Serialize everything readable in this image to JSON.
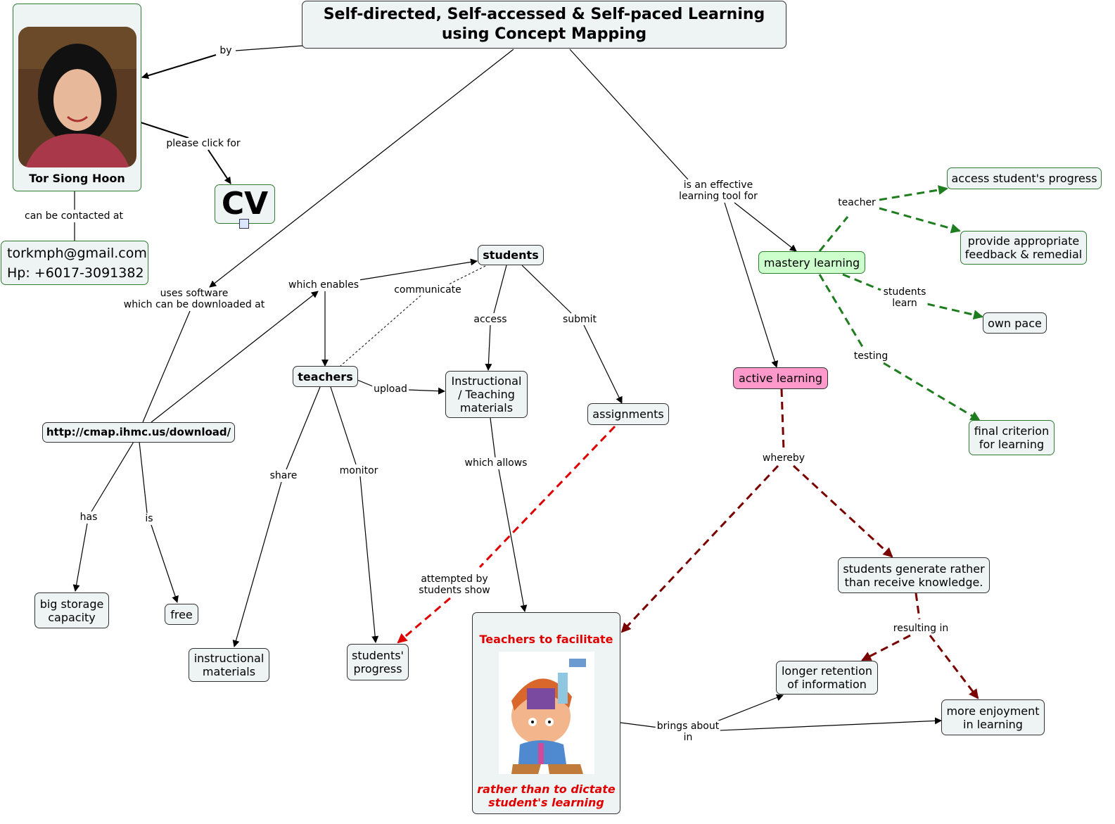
{
  "title": "Self-directed, Self-accessed & Self-paced Learning\nusing Concept Mapping",
  "author": {
    "name": "Tor Siong Hoon",
    "contact": "torkmph@gmail.com\nHp: +6017-3091382"
  },
  "cv_label": "CV",
  "nodes": {
    "software_url": "http://cmap.ihmc.us/download/",
    "big_storage": "big storage\ncapacity",
    "free": "free",
    "students": "students",
    "teachers": "teachers",
    "instructional_teaching": "Instructional\n/ Teaching\nmaterials",
    "assignments": "assignments",
    "instructional_materials": "instructional\nmaterials",
    "students_progress": "students'\nprogress",
    "facilitate_top": "Teachers to facilitate",
    "facilitate_bottom": "rather than to dictate\nstudent's learning",
    "mastery": "mastery learning",
    "active": "active learning",
    "access_progress": "access student's progress",
    "feedback": "provide appropriate\nfeedback & remedial",
    "own_pace": "own pace",
    "final_criterion": "final criterion\nfor learning",
    "generate": "students generate rather\nthan receive knowledge.",
    "retention": "longer retention\nof information",
    "enjoyment": "more enjoyment\nin learning"
  },
  "links": {
    "by": "by",
    "please_click": "please click for",
    "contacted": "can be contacted at",
    "uses_software": "uses software\nwhich can be downloaded at",
    "which_enables": "which enables",
    "communicate": "communicate",
    "access": "access",
    "submit": "submit",
    "upload": "upload",
    "share": "share",
    "monitor": "monitor",
    "which_allows": "which allows",
    "attempted": "attempted by\nstudents show",
    "has": "has",
    "is": "is",
    "effective_tool": "is an effective\nlearning tool for",
    "teacher": "teacher",
    "students_learn": "students\nlearn",
    "testing": "testing",
    "whereby": "whereby",
    "resulting_in": "resulting in",
    "brings_about": "brings about\nin"
  },
  "colors": {
    "green_dashed": "#1e7d1e",
    "darkred_dashed": "#7a0000",
    "red_dashed": "#e00000",
    "red_text": "#e00000"
  }
}
